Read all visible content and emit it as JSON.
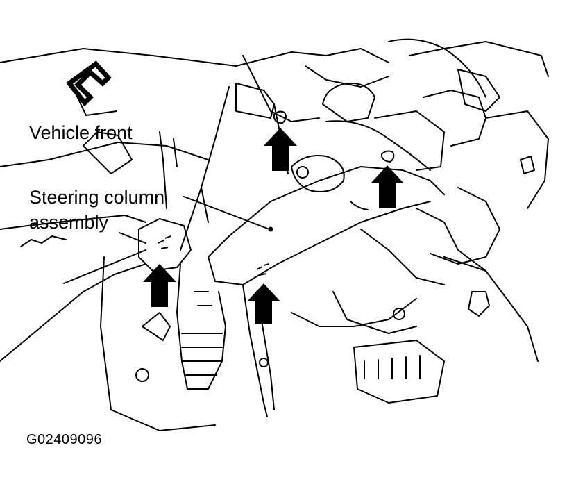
{
  "labels": {
    "vehicle_front": "Vehicle front",
    "steering_column_line1": "Steering column",
    "steering_column_line2": "assembly"
  },
  "figure_id": "G02409096",
  "colors": {
    "line": "#000000",
    "background": "#ffffff"
  }
}
